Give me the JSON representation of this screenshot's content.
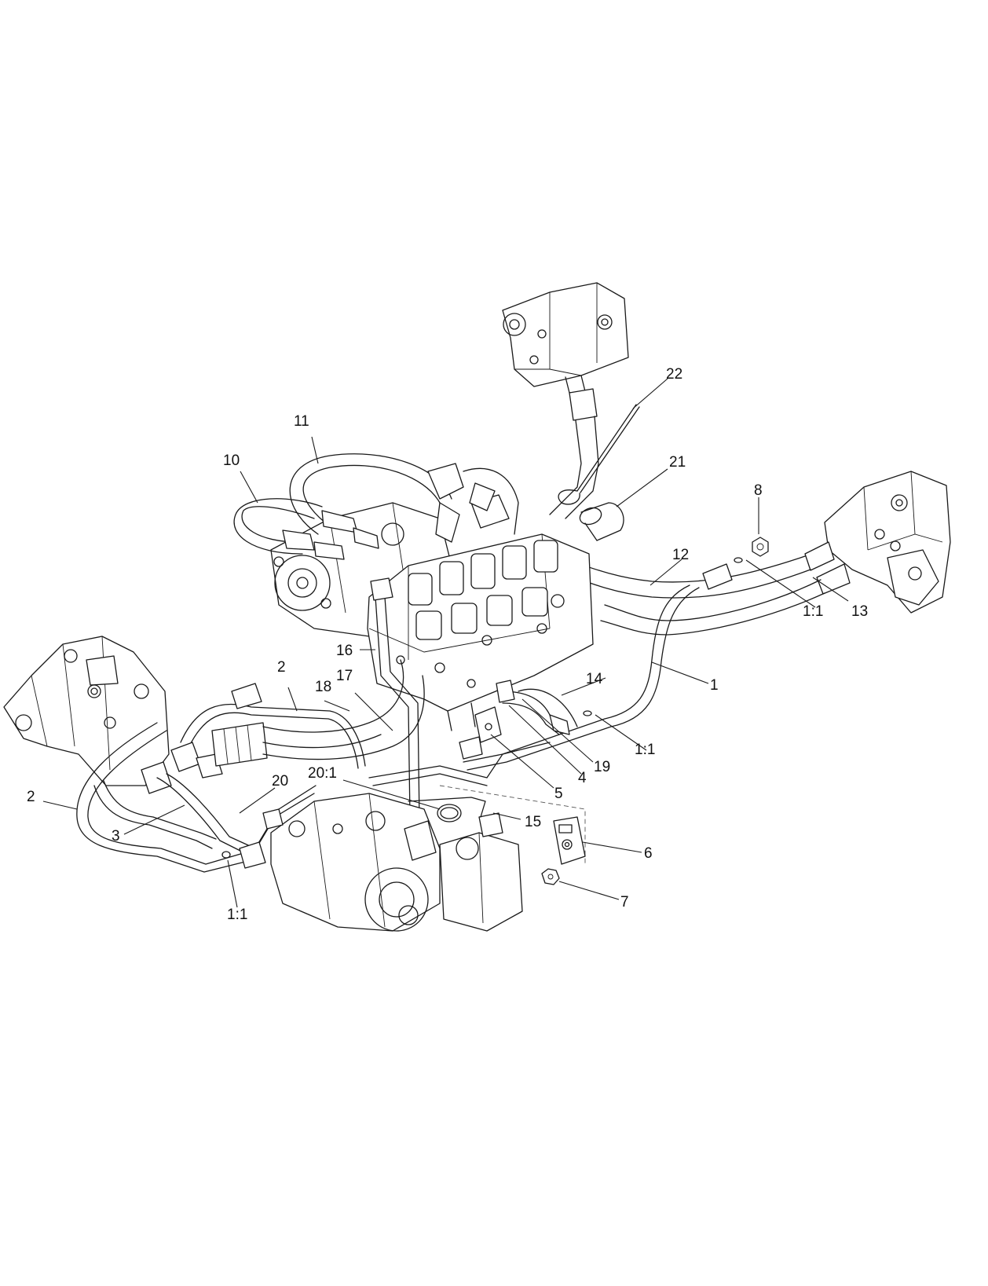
{
  "callouts": {
    "c1": "1",
    "c1_1a": "1:1",
    "c1_1b": "1:1",
    "c1_1c": "1:1",
    "c2a": "2",
    "c2b": "2",
    "c3": "3",
    "c4": "4",
    "c5": "5",
    "c6": "6",
    "c7": "7",
    "c8": "8",
    "c10": "10",
    "c11": "11",
    "c12": "12",
    "c13": "13",
    "c14": "14",
    "c15": "15",
    "c16": "16",
    "c17": "17",
    "c18": "18",
    "c19": "19",
    "c20": "20",
    "c20_1": "20:1",
    "c21": "21",
    "c22": "22"
  }
}
